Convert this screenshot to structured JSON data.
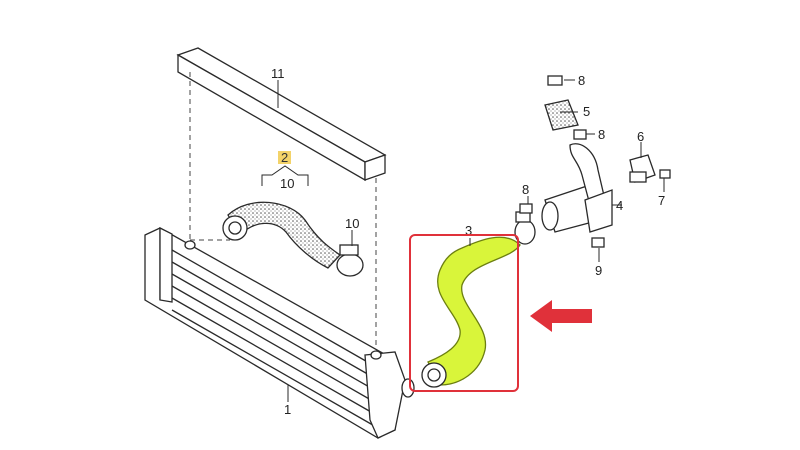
{
  "diagram": {
    "callouts": [
      {
        "id": "11",
        "label": "11"
      },
      {
        "id": "2",
        "label": "2"
      },
      {
        "id": "10a",
        "label": "10"
      },
      {
        "id": "10b",
        "label": "10"
      },
      {
        "id": "3",
        "label": "3"
      },
      {
        "id": "8a",
        "label": "8"
      },
      {
        "id": "5",
        "label": "5"
      },
      {
        "id": "8b",
        "label": "8"
      },
      {
        "id": "6",
        "label": "6"
      },
      {
        "id": "8c",
        "label": "8"
      },
      {
        "id": "4",
        "label": "4"
      },
      {
        "id": "7",
        "label": "7"
      },
      {
        "id": "9",
        "label": "9"
      },
      {
        "id": "1",
        "label": "1"
      }
    ],
    "colors": {
      "highlight_part": "#d9f53a",
      "highlight_box": "#e0313a",
      "pointer_arrow": "#e0313a",
      "label_highlight": "#f3d36a",
      "line": "#2a2a2a"
    }
  }
}
